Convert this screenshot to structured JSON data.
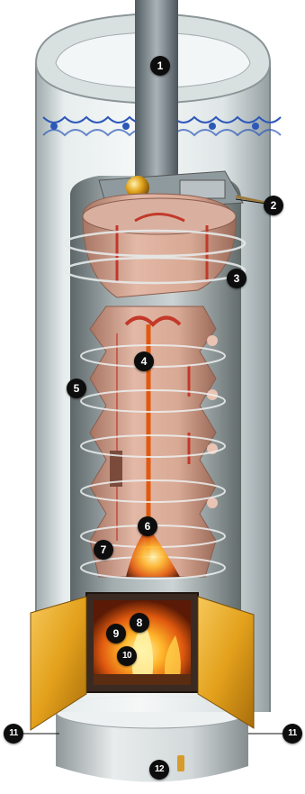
{
  "diagram": {
    "callouts": [
      {
        "id": "m1",
        "label": "1"
      },
      {
        "id": "m2",
        "label": "2"
      },
      {
        "id": "m3",
        "label": "3"
      },
      {
        "id": "m4",
        "label": "4"
      },
      {
        "id": "m5",
        "label": "5"
      },
      {
        "id": "m6",
        "label": "6"
      },
      {
        "id": "m7",
        "label": "7"
      },
      {
        "id": "m8",
        "label": "8"
      },
      {
        "id": "m9",
        "label": "9"
      },
      {
        "id": "m10",
        "label": "10"
      },
      {
        "id": "m11a",
        "label": "11"
      },
      {
        "id": "m11b",
        "label": "11"
      },
      {
        "id": "m12",
        "label": "12"
      }
    ]
  },
  "colors": {
    "glass": "#dfe7e7",
    "ceramic": "#d9a996",
    "ceramic_dark": "#b27d6b",
    "flame": "#f07a12",
    "flue": "#7d8990",
    "door": "#e3a11c",
    "base": "#c9ced0",
    "pattern": "#2c58b8",
    "marker": "#0d0d0d"
  }
}
